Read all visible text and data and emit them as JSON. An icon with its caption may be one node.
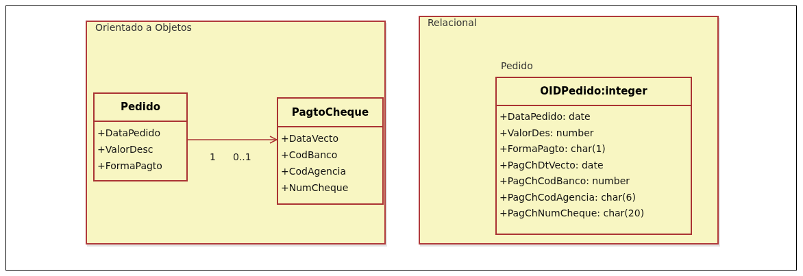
{
  "diagram": {
    "nodes": [
      {
        "text": [
          "Orientado a Objetos"
        ]
      },
      {
        "text": [
          "Pedido",
          "+DataPedido",
          "+ValorDesc",
          "+FormaPagto"
        ],
        "in": 0
      },
      {
        "text": [
          "PagtoCheque",
          "+DataVecto",
          "+CodBanco",
          "+CodAgencia",
          "+NumCheque"
        ],
        "in": 0
      },
      {
        "text": [
          "Relacional"
        ]
      },
      {
        "text": [
          "OIDPedido:integer",
          "+DataPedido: date",
          "+ValorDes: number",
          "+FormaPagto: char(1)",
          "+PagChDtVecto: date",
          "+PagChCodBanco: number",
          "+PagChCodAgencia: char(6)",
          "+PagChNumCheque: char(20)"
        ],
        "in": 3,
        "beside": [
          "Pedido"
        ]
      }
    ],
    "edges": [
      {
        "from": 1,
        "to": 2,
        "arrow": "to"
      }
    ],
    "labels": [
      "1",
      "0..1"
    ]
  }
}
